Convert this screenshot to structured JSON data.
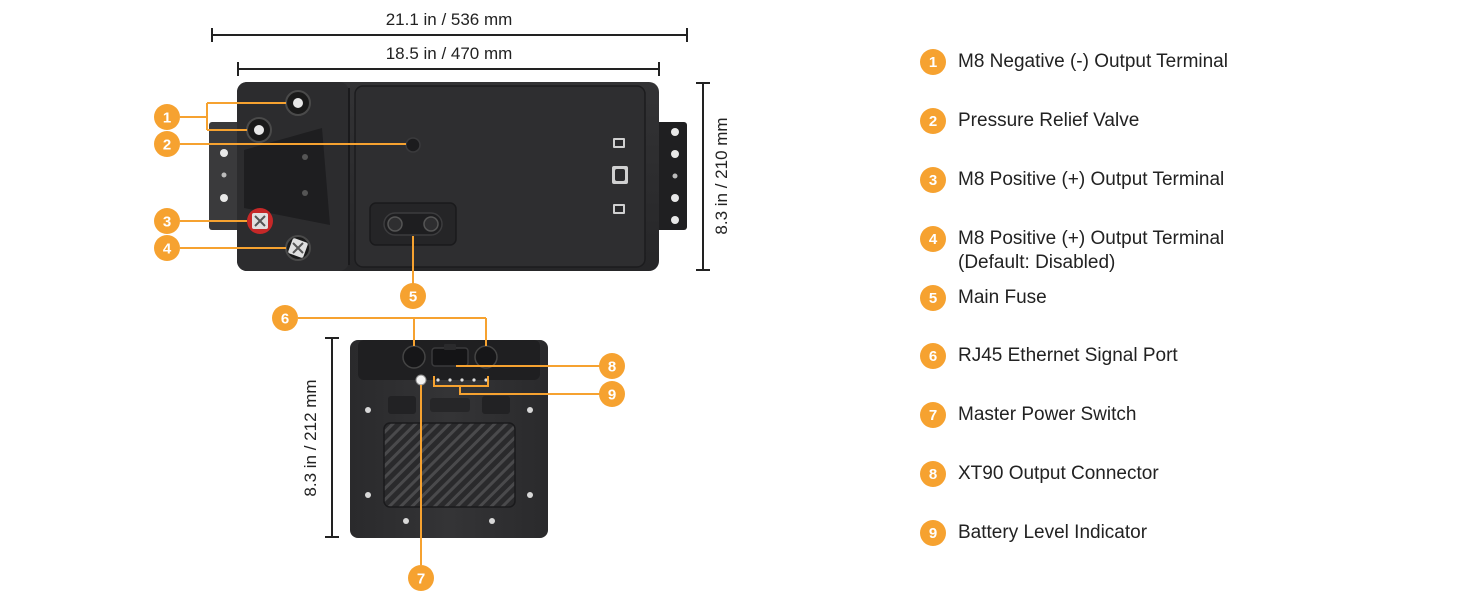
{
  "colors": {
    "accent": "#F6A230",
    "device": "#2b2b2d",
    "device_dark": "#1d1d1f",
    "text": "#222222"
  },
  "dimensions": {
    "overall_length": "21.1 in / 536 mm",
    "body_length": "18.5 in / 470 mm",
    "top_height": "8.3 in / 210 mm",
    "side_height": "8.3 in / 212 mm"
  },
  "callouts": [
    "1",
    "2",
    "3",
    "4",
    "5",
    "6",
    "7",
    "8",
    "9"
  ],
  "legend": [
    {
      "num": "1",
      "label": "M8 Negative (-) Output Terminal",
      "sublabel": ""
    },
    {
      "num": "2",
      "label": "Pressure Relief Valve",
      "sublabel": ""
    },
    {
      "num": "3",
      "label": "M8 Positive (+) Output Terminal",
      "sublabel": ""
    },
    {
      "num": "4",
      "label": "M8 Positive (+) Output Terminal",
      "sublabel": "(Default: Disabled)"
    },
    {
      "num": "5",
      "label": "Main Fuse",
      "sublabel": ""
    },
    {
      "num": "6",
      "label": "RJ45 Ethernet Signal Port",
      "sublabel": ""
    },
    {
      "num": "7",
      "label": "Master Power Switch",
      "sublabel": ""
    },
    {
      "num": "8",
      "label": "XT90 Output Connector",
      "sublabel": ""
    },
    {
      "num": "9",
      "label": "Battery Level Indicator",
      "sublabel": ""
    }
  ]
}
